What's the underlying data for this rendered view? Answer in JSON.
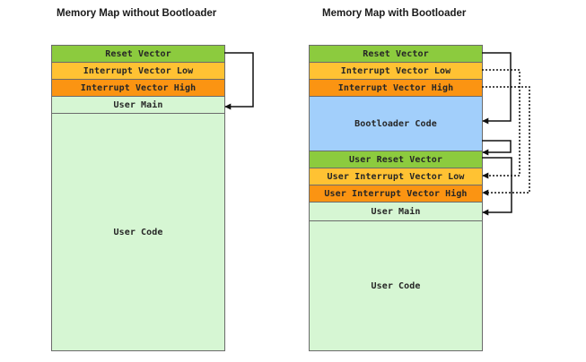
{
  "left_map": {
    "title": "Memory Map without Bootloader",
    "blocks": {
      "reset_vector": "Reset Vector",
      "interrupt_low": "Interrupt Vector Low",
      "interrupt_high": "Interrupt Vector High",
      "user_main": "User Main",
      "user_code": "User Code"
    }
  },
  "right_map": {
    "title": "Memory Map with Bootloader",
    "blocks": {
      "reset_vector": "Reset Vector",
      "interrupt_low": "Interrupt Vector Low",
      "interrupt_high": "Interrupt Vector High",
      "bootloader_code": "Bootloader Code",
      "user_reset_vector": "User Reset Vector",
      "user_interrupt_low": "User Interrupt Vector Low",
      "user_interrupt_high": "User Interrupt Vector High",
      "user_main": "User Main",
      "user_code": "User Code"
    }
  },
  "colors": {
    "reset_vector": "#8ccb3e",
    "interrupt_low": "#ffc233",
    "interrupt_high": "#fb9412",
    "user_main": "#d6f6d3",
    "bootloader_code": "#a2cffb"
  }
}
